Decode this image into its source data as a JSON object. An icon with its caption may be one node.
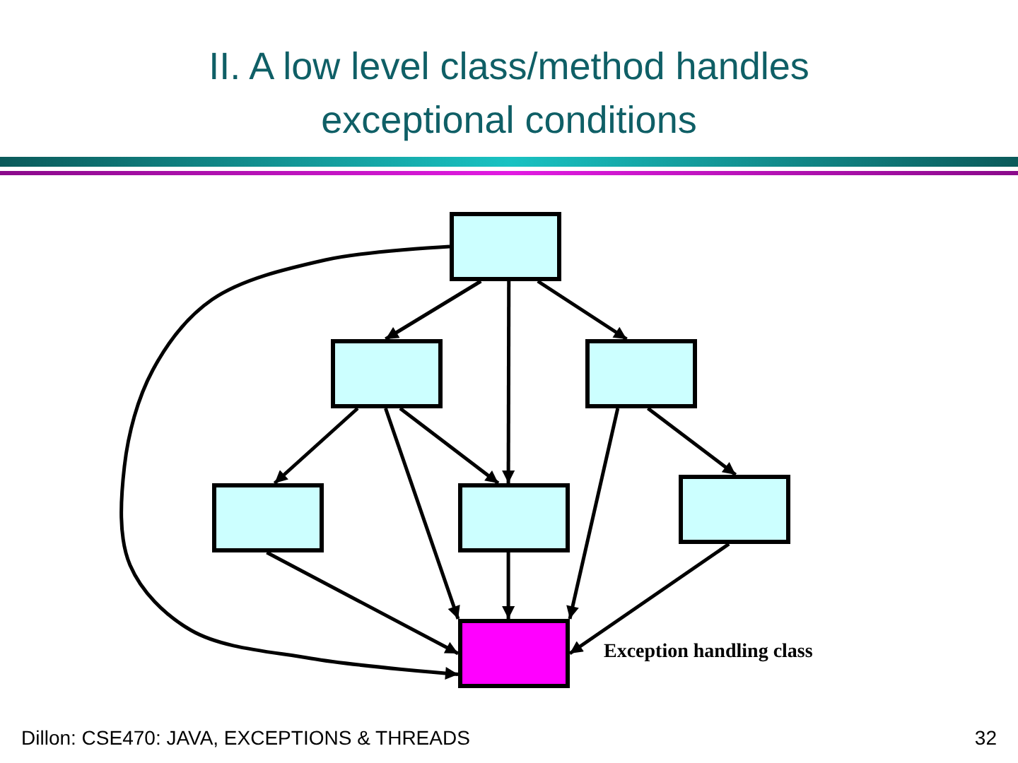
{
  "diagram": {
    "title": "II. A low level class/method handles exceptional conditions",
    "nodes": [
      {
        "text": [],
        "shape": "box"
      },
      {
        "text": [],
        "shape": "box"
      },
      {
        "text": [],
        "shape": "box"
      },
      {
        "text": [],
        "shape": "box"
      },
      {
        "text": [],
        "shape": "box"
      },
      {
        "text": [],
        "shape": "box"
      },
      {
        "text": [],
        "shape": "box",
        "beside": [
          "Exception handling class"
        ]
      }
    ],
    "edges": [
      {
        "from": 0,
        "to": 1,
        "arrow": "to"
      },
      {
        "from": 0,
        "to": 2,
        "arrow": "to"
      },
      {
        "from": 0,
        "to": 4,
        "arrow": "to"
      },
      {
        "from": 1,
        "to": 3,
        "arrow": "to"
      },
      {
        "from": 1,
        "to": 6,
        "arrow": "to"
      },
      {
        "from": 1,
        "to": 4,
        "arrow": "to"
      },
      {
        "from": 2,
        "to": 6,
        "arrow": "to"
      },
      {
        "from": 2,
        "to": 5,
        "arrow": "to"
      },
      {
        "from": 3,
        "to": 6,
        "arrow": "to"
      },
      {
        "from": 4,
        "to": 6,
        "arrow": "to"
      },
      {
        "from": 5,
        "to": 6,
        "arrow": "to"
      },
      {
        "from": 0,
        "to": 6,
        "arrow": "to"
      }
    ],
    "labels": [
      "Dillon: CSE470: JAVA, EXCEPTIONS & THREADS",
      "32"
    ]
  }
}
